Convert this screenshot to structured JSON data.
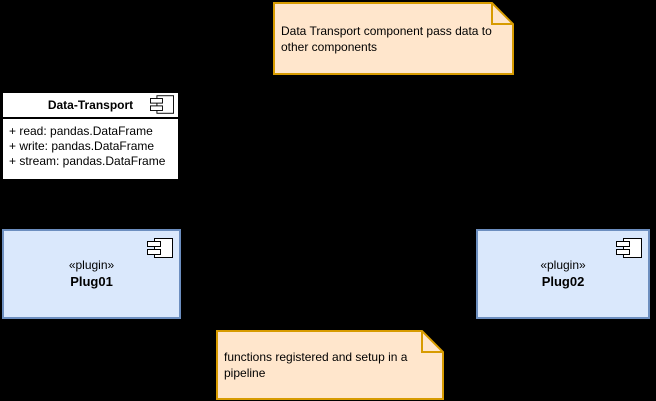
{
  "canvas": {
    "background": "#000000"
  },
  "colors": {
    "note_fill": "#ffe6cc",
    "note_border": "#d79b00",
    "plugin_fill": "#dae8fc",
    "plugin_border": "#6c8ebf",
    "classifier_fill": "#ffffff",
    "classifier_border": "#000000",
    "text": "#000000"
  },
  "notes": {
    "top": {
      "text": "Data Transport component pass data to other components"
    },
    "bottom": {
      "text": "functions registered and setup in a pipeline"
    }
  },
  "data_transport": {
    "title": "Data-Transport",
    "attributes": [
      "+ read: pandas.DataFrame",
      "+ write: pandas.DataFrame",
      "+ stream: pandas.DataFrame"
    ]
  },
  "plugins": [
    {
      "stereotype": "«plugin»",
      "name": "Plug01"
    },
    {
      "stereotype": "«plugin»",
      "name": "Plug02"
    }
  ],
  "icons": {
    "component_icon": "uml-component-glyph"
  }
}
